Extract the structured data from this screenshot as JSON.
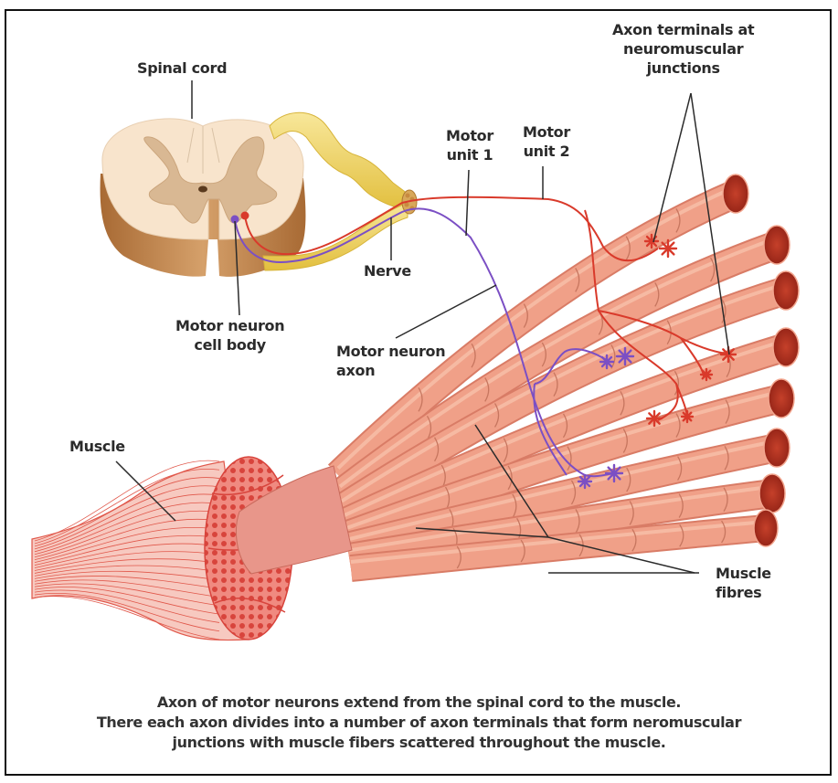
{
  "title": "Motor units and neuromuscular junctions",
  "labels": {
    "spinal_cord": "Spinal cord",
    "nerve": "Nerve",
    "motor_neuron_cell_body": [
      "Motor neuron",
      "cell body"
    ],
    "motor_unit_1": [
      "Motor",
      "unit 1"
    ],
    "motor_unit_2": [
      "Motor",
      "unit 2"
    ],
    "motor_neuron_axon": [
      "Motor neuron",
      "axon"
    ],
    "axon_terminals": [
      "Axon terminals at",
      "neuromuscular",
      "junctions"
    ],
    "muscle": "Muscle",
    "muscle_fibres": [
      "Muscle",
      "fibres"
    ]
  },
  "caption": [
    "Axon of motor neurons extend from the spinal cord to the muscle.",
    "There each axon divides into a number of axon terminals that form neromuscular",
    "junctions with muscle fibers scattered throughout the muscle."
  ],
  "colors": {
    "motor_unit_1": "#7b4fc4",
    "motor_unit_2": "#d93a2b",
    "muscle_fibre": "#f0a088",
    "muscle_fibre_end": "#b8301f",
    "nerve": "#f3dc72",
    "spinal_cord_white": "#f8e4cc",
    "spinal_cord_grey": "#d6b08a",
    "spinal_cord_side": "#b77c45"
  }
}
